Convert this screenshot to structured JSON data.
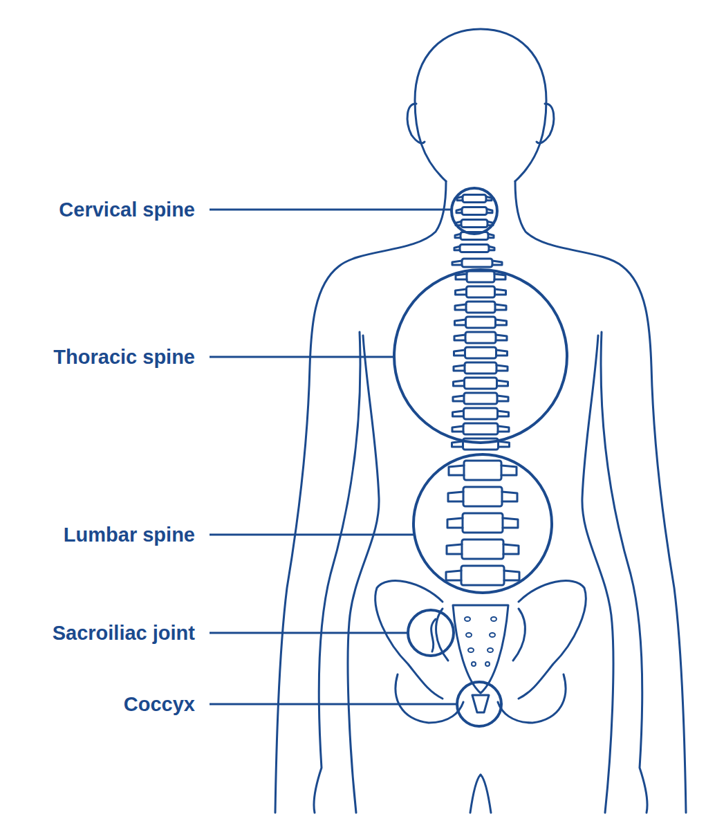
{
  "diagram": {
    "labels": [
      "Cervical spine",
      "Thoracic spine",
      "Lumbar spine",
      "Sacroiliac joint",
      "Coccyx"
    ]
  }
}
